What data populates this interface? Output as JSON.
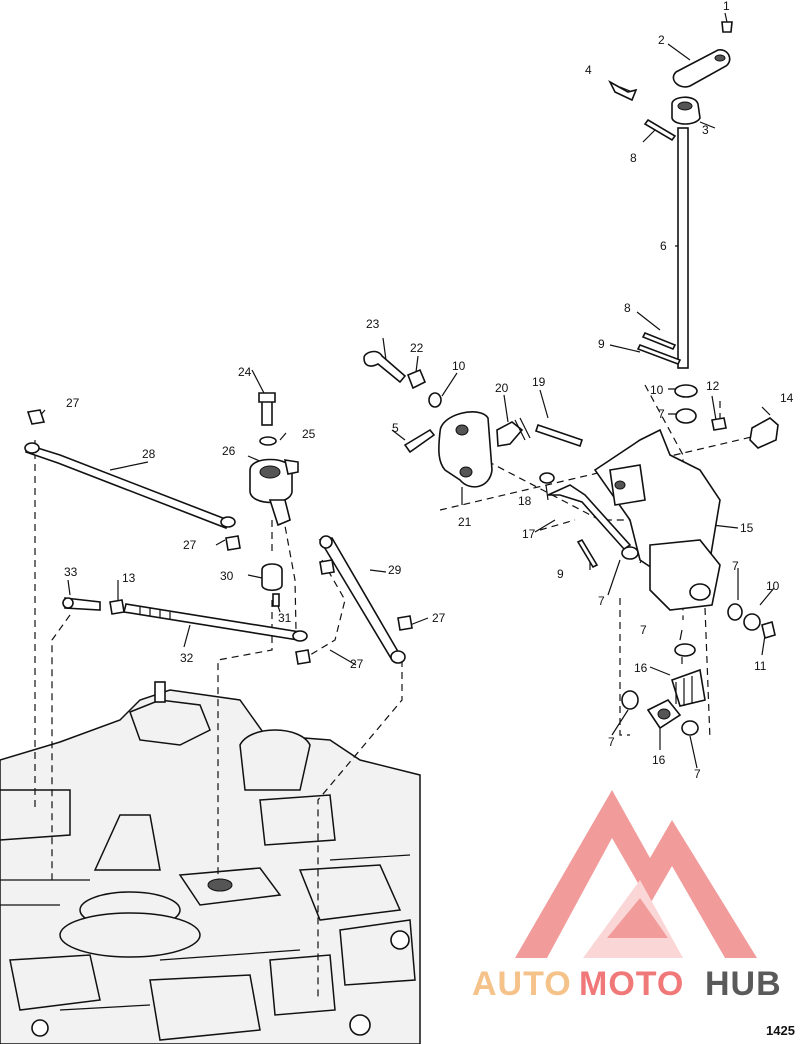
{
  "labels": [
    {
      "id": "l1",
      "text": "1"
    },
    {
      "id": "l2",
      "text": "2"
    },
    {
      "id": "l3",
      "text": "3"
    },
    {
      "id": "l4",
      "text": "4"
    },
    {
      "id": "l5",
      "text": "5"
    },
    {
      "id": "l6",
      "text": "6"
    },
    {
      "id": "l7a",
      "text": "7"
    },
    {
      "id": "l7b",
      "text": "7"
    },
    {
      "id": "l7c",
      "text": "7"
    },
    {
      "id": "l7d",
      "text": "7"
    },
    {
      "id": "l7e",
      "text": "7"
    },
    {
      "id": "l7f",
      "text": "7"
    },
    {
      "id": "l8a",
      "text": "8"
    },
    {
      "id": "l8b",
      "text": "8"
    },
    {
      "id": "l9a",
      "text": "9"
    },
    {
      "id": "l9b",
      "text": "9"
    },
    {
      "id": "l10a",
      "text": "10"
    },
    {
      "id": "l10b",
      "text": "10"
    },
    {
      "id": "l10c",
      "text": "10"
    },
    {
      "id": "l11",
      "text": "11"
    },
    {
      "id": "l12",
      "text": "12"
    },
    {
      "id": "l13",
      "text": "13"
    },
    {
      "id": "l14",
      "text": "14"
    },
    {
      "id": "l15",
      "text": "15"
    },
    {
      "id": "l16a",
      "text": "16"
    },
    {
      "id": "l16b",
      "text": "16"
    },
    {
      "id": "l17",
      "text": "17"
    },
    {
      "id": "l18",
      "text": "18"
    },
    {
      "id": "l19",
      "text": "19"
    },
    {
      "id": "l20",
      "text": "20"
    },
    {
      "id": "l21",
      "text": "21"
    },
    {
      "id": "l22",
      "text": "22"
    },
    {
      "id": "l23",
      "text": "23"
    },
    {
      "id": "l24",
      "text": "24"
    },
    {
      "id": "l25",
      "text": "25"
    },
    {
      "id": "l26",
      "text": "26"
    },
    {
      "id": "l27a",
      "text": "27"
    },
    {
      "id": "l27b",
      "text": "27"
    },
    {
      "id": "l27c",
      "text": "27"
    },
    {
      "id": "l27d",
      "text": "27"
    },
    {
      "id": "l28",
      "text": "28"
    },
    {
      "id": "l29",
      "text": "29"
    },
    {
      "id": "l30",
      "text": "30"
    },
    {
      "id": "l31",
      "text": "31"
    },
    {
      "id": "l32",
      "text": "32"
    },
    {
      "id": "l33",
      "text": "33"
    }
  ],
  "figure_number": "1425",
  "watermark": {
    "part1": "AUTO",
    "part2": "MOTO",
    "part3": "HUB",
    "color_light": "#f5c28a",
    "color_red": "#f07878",
    "color_dark": "#5a5a5a"
  }
}
